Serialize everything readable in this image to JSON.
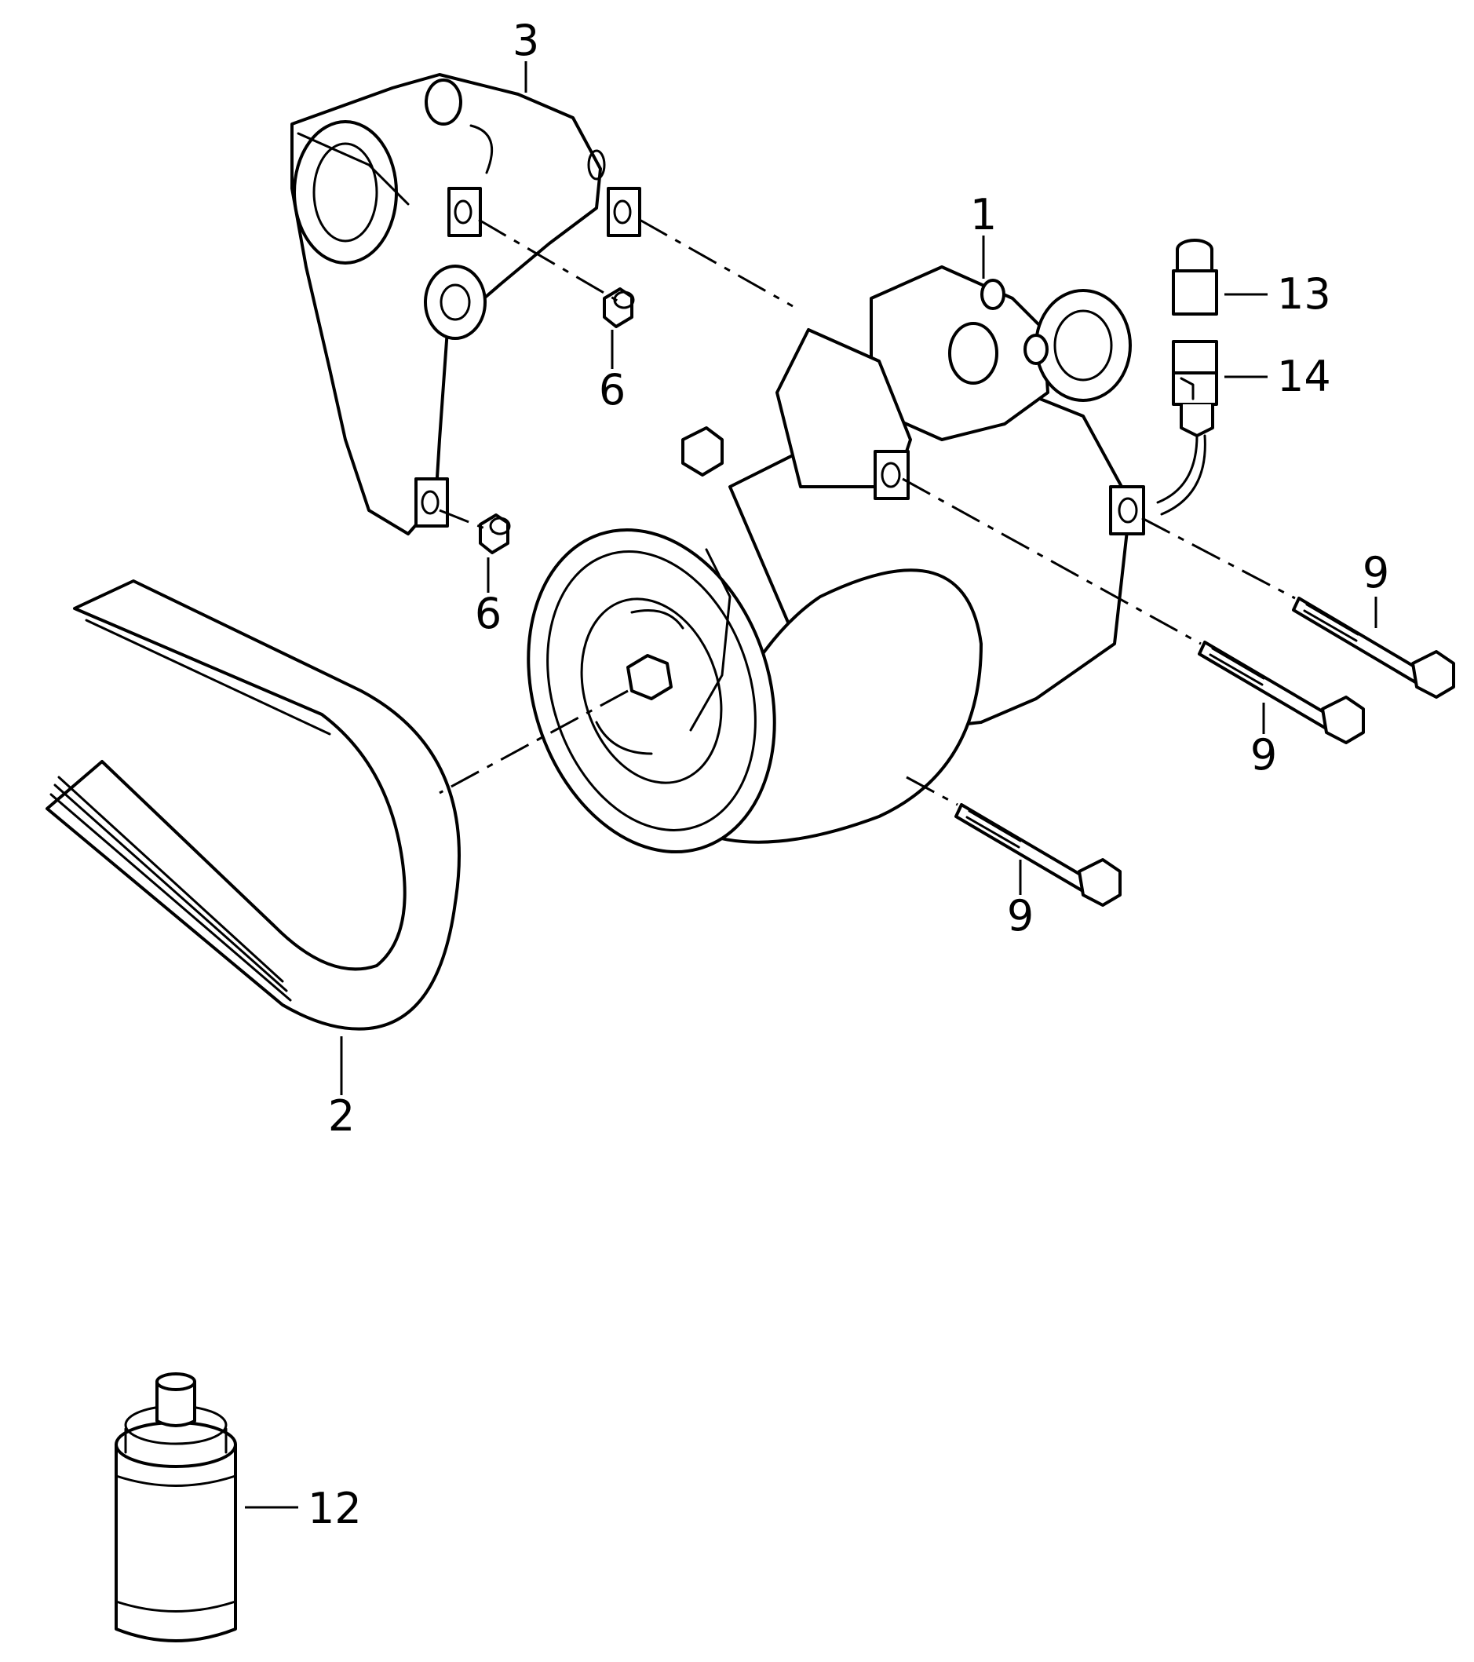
{
  "callouts": {
    "compressor": "1",
    "belt": "2",
    "bracket": "3",
    "bushing_upper": "6",
    "bushing_lower": "6",
    "bolt_upper_right": "9",
    "bolt_middle": "9",
    "bolt_lower": "9",
    "oil_can": "12",
    "connector_plug": "13",
    "connector_socket": "14"
  }
}
